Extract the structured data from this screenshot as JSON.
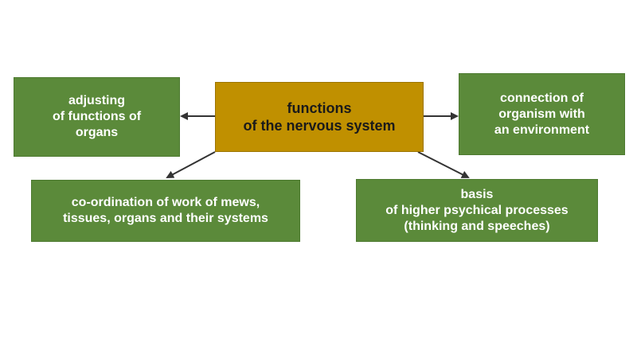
{
  "diagram": {
    "center": "functions\nof the nervous system",
    "top_left": "adjusting\nof functions of\norgans",
    "top_right": "connection of\norganism  with\nan environment",
    "bottom_left": "co-ordination of work of mews,\ntissues, organs and their systems",
    "bottom_right": "basis\nof higher psychical processes\n(thinking and speeches)"
  },
  "colors": {
    "center_box": "#c09000",
    "outer_box": "#5b8a3a",
    "arrow": "#333333"
  }
}
